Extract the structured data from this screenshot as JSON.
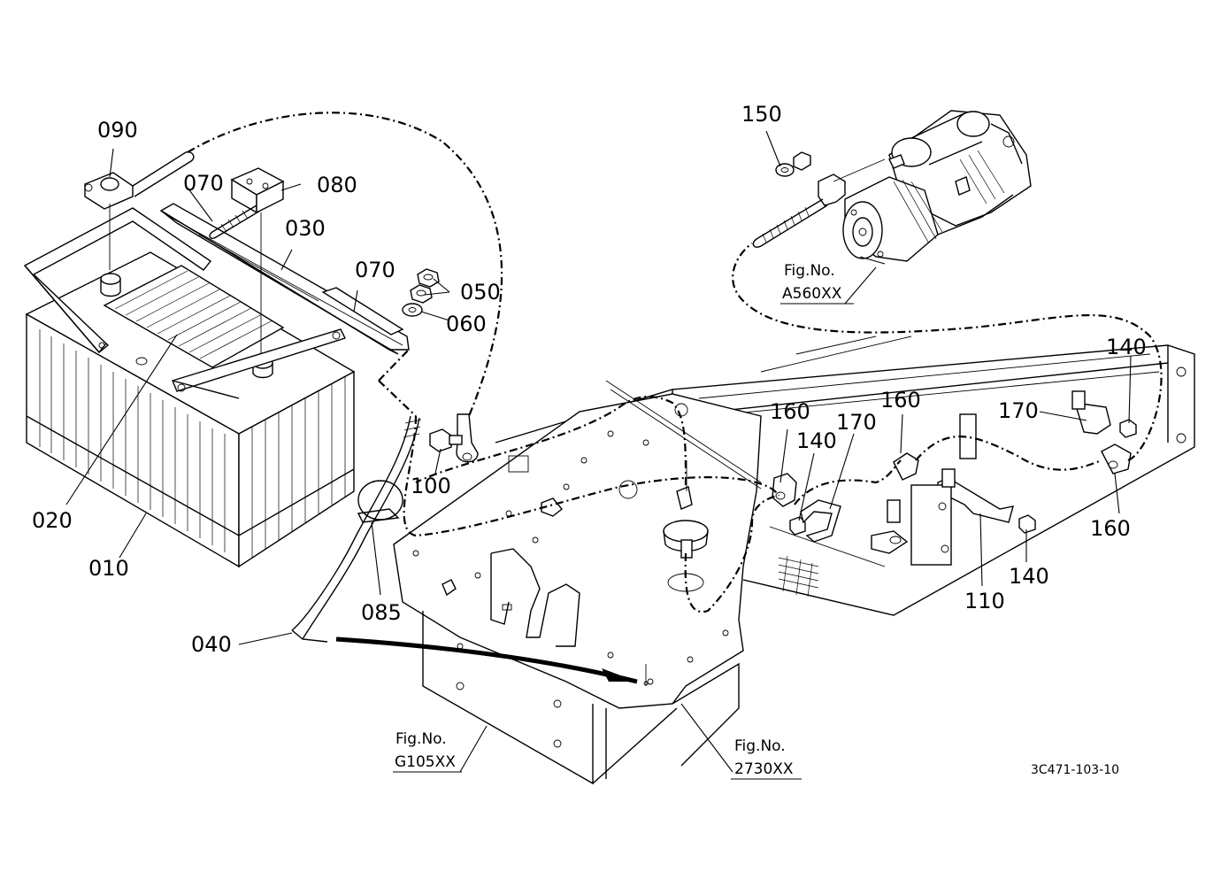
{
  "callouts": {
    "c090": "090",
    "c070a": "070",
    "c080": "080",
    "c030": "030",
    "c070b": "070",
    "c050": "050",
    "c060": "060",
    "c020": "020",
    "c010": "010",
    "c100": "100",
    "c085": "085",
    "c040": "040",
    "c150": "150",
    "c140a": "140",
    "c160a": "160",
    "c140b": "140",
    "c170a": "170",
    "c160b": "160",
    "c170b": "170",
    "c140c": "140",
    "c160c": "160",
    "c110": "110"
  },
  "figure_refs": {
    "starter": {
      "label": "Fig.No.",
      "number": "A560XX"
    },
    "frame": {
      "label": "Fig.No.",
      "number": "G105XX"
    },
    "plate": {
      "label": "Fig.No.",
      "number": "2730XX"
    }
  },
  "drawing_code": "3C471-103-10"
}
